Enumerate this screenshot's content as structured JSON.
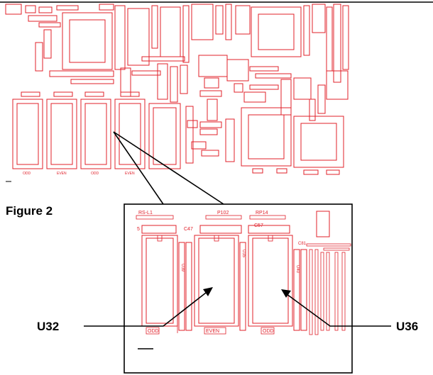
{
  "figure_label": "Figure 2",
  "callouts": {
    "left": "U32",
    "right": "U36"
  },
  "zoom_silkscreen": {
    "top_left": "RS-L1",
    "top_mid": "P102",
    "top_right": "RP14",
    "cap_mid": "C47",
    "cap_right": "C57",
    "left_tag": "5",
    "right_tag": "C81",
    "chip_left_ref": "U39",
    "chip_mid_ref": "U35",
    "chip_right_ref": "U40",
    "bottom_left": "ODD",
    "bottom_mid": "EVEN",
    "bottom_right": "ODD"
  },
  "board_silkscreen": {
    "sockets": [
      "ODD",
      "EVEN",
      "ODD",
      "EVEN"
    ]
  },
  "colors": {
    "trace": "#e0202a",
    "ink": "#000000"
  }
}
